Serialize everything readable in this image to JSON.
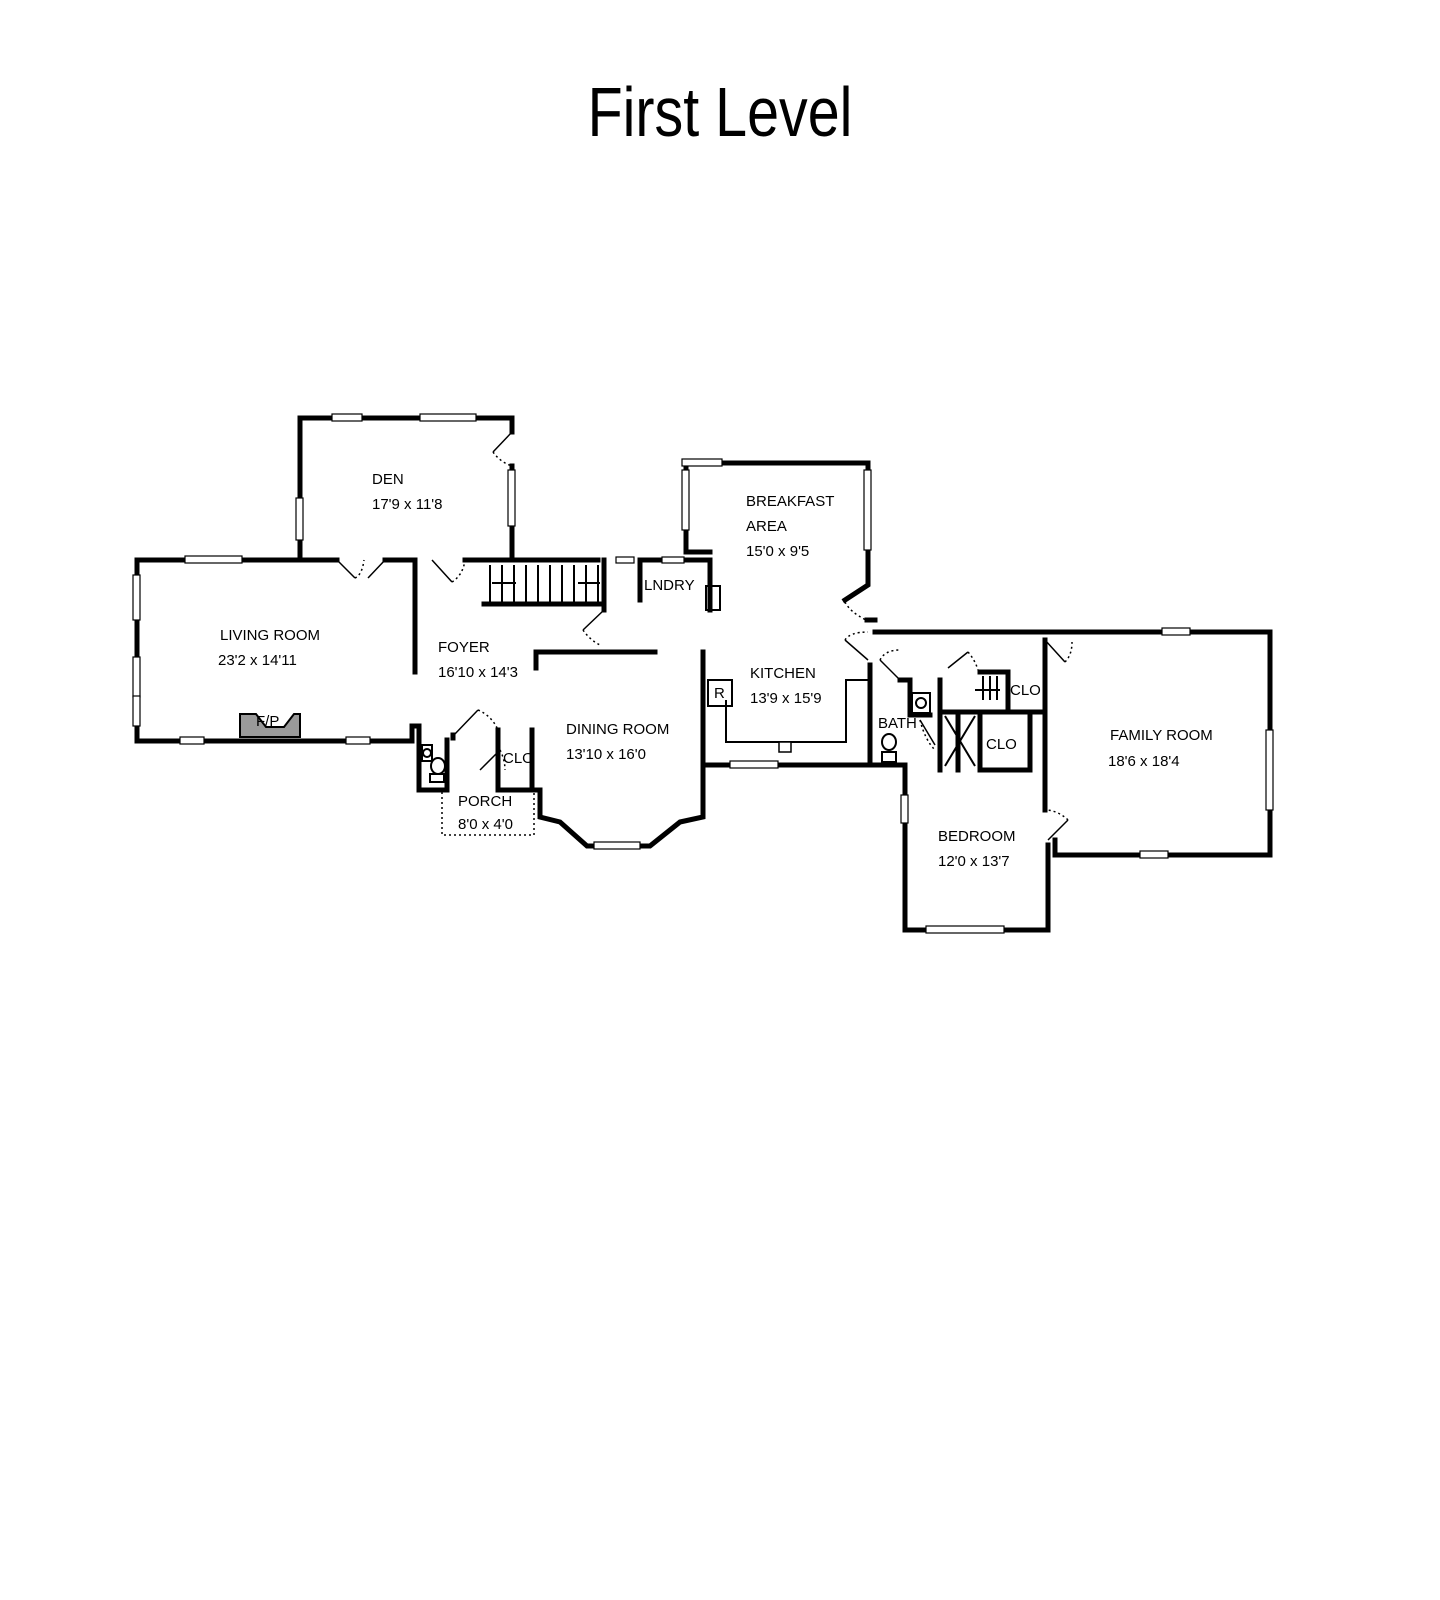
{
  "title": "First Level",
  "rooms": [
    {
      "id": "den",
      "name": "DEN",
      "size": "17'9 x 11'8"
    },
    {
      "id": "breakfast",
      "name": "BREAKFAST",
      "name2": "AREA",
      "size": "15'0 x 9'5"
    },
    {
      "id": "living",
      "name": "LIVING ROOM",
      "size": "23'2 x 14'11"
    },
    {
      "id": "foyer",
      "name": "FOYER",
      "size": "16'10 x 14'3"
    },
    {
      "id": "kitchen",
      "name": "KITCHEN",
      "size": "13'9 x 15'9"
    },
    {
      "id": "dining",
      "name": "DINING ROOM",
      "size": "13'10 x 16'0"
    },
    {
      "id": "porch",
      "name": "PORCH",
      "size": "8'0 x 4'0"
    },
    {
      "id": "family",
      "name": "FAMILY ROOM",
      "size": "18'6 x 18'4"
    },
    {
      "id": "bedroom",
      "name": "BEDROOM",
      "size": "12'0 x 13'7"
    }
  ],
  "tags": {
    "lndry": "LNDRY",
    "clo1": "CLO",
    "clo2": "CLO",
    "clo3": "CLO",
    "bath": "BATH",
    "fp": "F/P",
    "fridge": "R"
  }
}
